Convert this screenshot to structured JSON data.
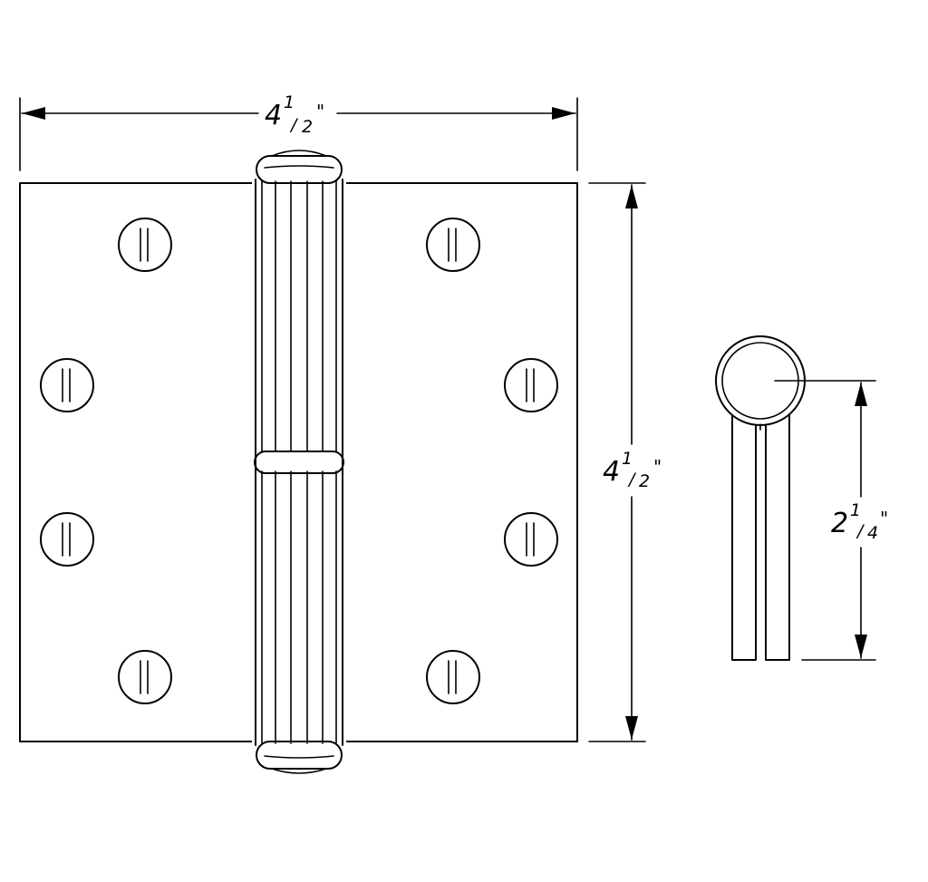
{
  "dimensions": {
    "width": {
      "whole": "4",
      "num": "1",
      "den": "2",
      "unit": "\""
    },
    "height": {
      "whole": "4",
      "num": "1",
      "den": "2",
      "unit": "\""
    },
    "open_height": {
      "whole": "2",
      "num": "1",
      "den": "4",
      "unit": "\""
    }
  },
  "colors": {
    "line": "#000000",
    "background": "#ffffff"
  }
}
